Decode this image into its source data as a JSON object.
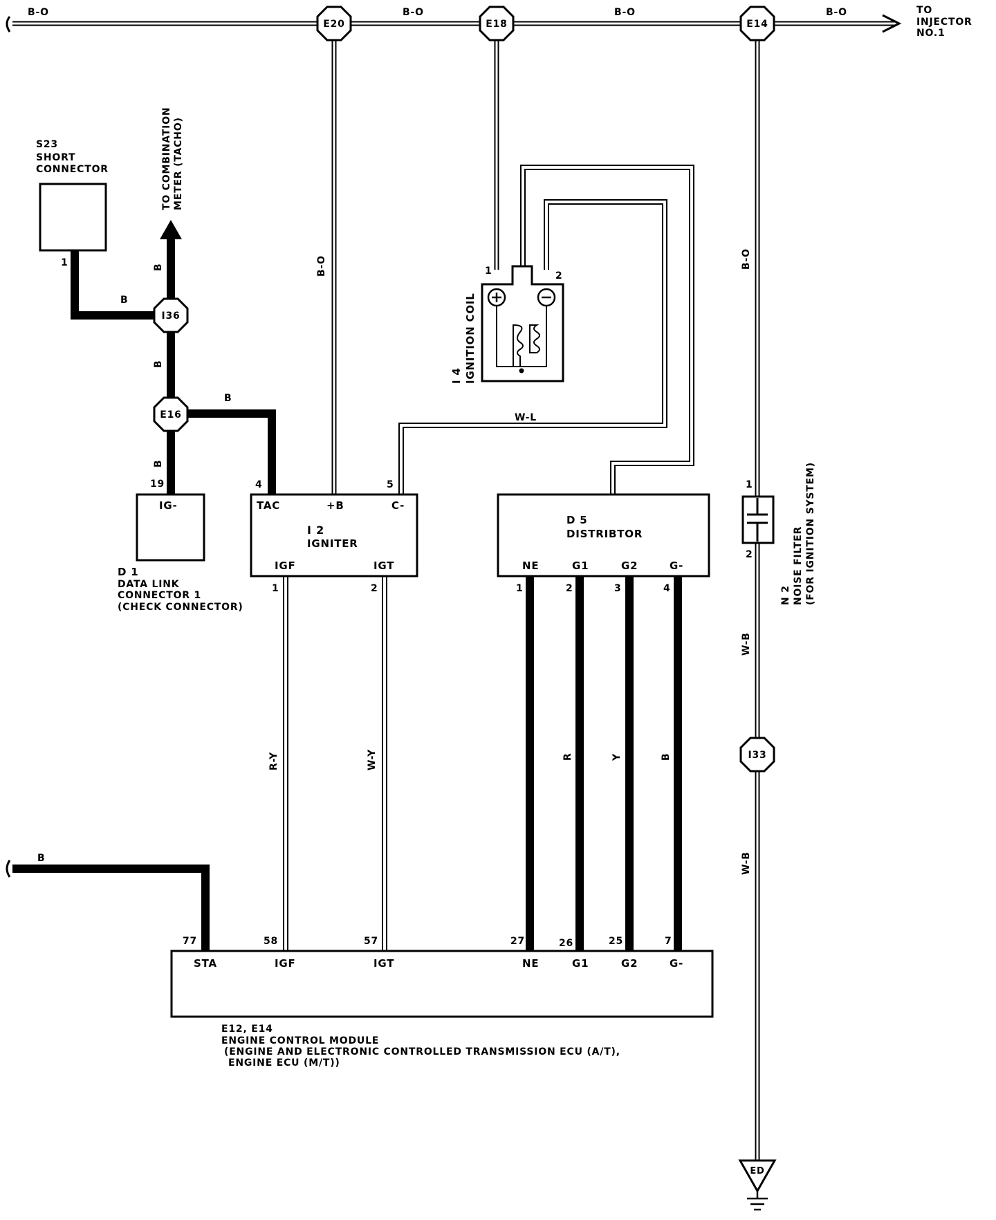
{
  "wire_colors": {
    "top_bus": "B-O",
    "e20_down": "B-O",
    "e14_down": "B-O",
    "coil_wl": "W-L",
    "ground_wb_1": "W-B",
    "ground_wb_2": "W-B",
    "s23_to_i36": "B",
    "i36_up": "B",
    "i36_to_e16": "B",
    "e16_to_tac": "B",
    "e16_to_ig": "B",
    "ecm_sta": "B",
    "igf": "R-Y",
    "igt": "W-Y",
    "g1": "R",
    "g2": "Y",
    "gminus": "B"
  },
  "junctions": {
    "e20": "E20",
    "e18": "E18",
    "e14": "E14",
    "i36": "I36",
    "e16": "E16",
    "i33": "I33",
    "ed": "ED"
  },
  "destinations": {
    "injector_line1": "TO",
    "injector_line2": "INJECTOR",
    "injector_line3": "NO.1",
    "tacho_line1": "TO COMBINATION",
    "tacho_line2": "METER (TACHO)"
  },
  "components": {
    "s23": {
      "code": "S23",
      "name_line1": "SHORT",
      "name_line2": "CONNECTOR",
      "pin": "1"
    },
    "d1": {
      "code": "D 1",
      "name_line1": "DATA LINK",
      "name_line2": "CONNECTOR 1",
      "name_line3": "(CHECK CONNECTOR)",
      "pin_num": "19",
      "pin_name": "IG-"
    },
    "i2": {
      "code": "I 2",
      "name": "IGNITER",
      "pins_top": [
        {
          "num": "4",
          "name": "TAC"
        },
        {
          "num": "",
          "name": "+B"
        },
        {
          "num": "5",
          "name": "C-"
        }
      ],
      "pins_bottom": [
        {
          "num": "1",
          "name": "IGF"
        },
        {
          "num": "2",
          "name": "IGT"
        }
      ]
    },
    "i4": {
      "code": "I 4",
      "name": "IGNITION COIL",
      "pin1": "1",
      "pin2": "2"
    },
    "d5": {
      "code": "D 5",
      "name": "DISTRIBTOR",
      "pins": [
        {
          "num": "1",
          "name": "NE"
        },
        {
          "num": "2",
          "name": "G1"
        },
        {
          "num": "3",
          "name": "G2"
        },
        {
          "num": "4",
          "name": "G-"
        }
      ]
    },
    "n2": {
      "code": "N 2",
      "name_line1": "NOISE FILTER",
      "name_line2": "(FOR IGNITION SYSTEM)",
      "pin1": "1",
      "pin2": "2"
    },
    "ecm": {
      "code": "E12, E14",
      "name_line1": "ENGINE CONTROL MODULE",
      "name_line2": "(ENGINE AND ELECTRONIC CONTROLLED TRANSMISSION ECU (A/T),",
      "name_line3": "ENGINE ECU (M/T))",
      "pins": [
        {
          "num": "77",
          "name": "STA"
        },
        {
          "num": "58",
          "name": "IGF"
        },
        {
          "num": "57",
          "name": "IGT"
        },
        {
          "num": "27",
          "name": "NE"
        },
        {
          "num": "26",
          "name": "G1"
        },
        {
          "num": "25",
          "name": "G2"
        },
        {
          "num": "7",
          "name": "G-"
        }
      ]
    }
  }
}
